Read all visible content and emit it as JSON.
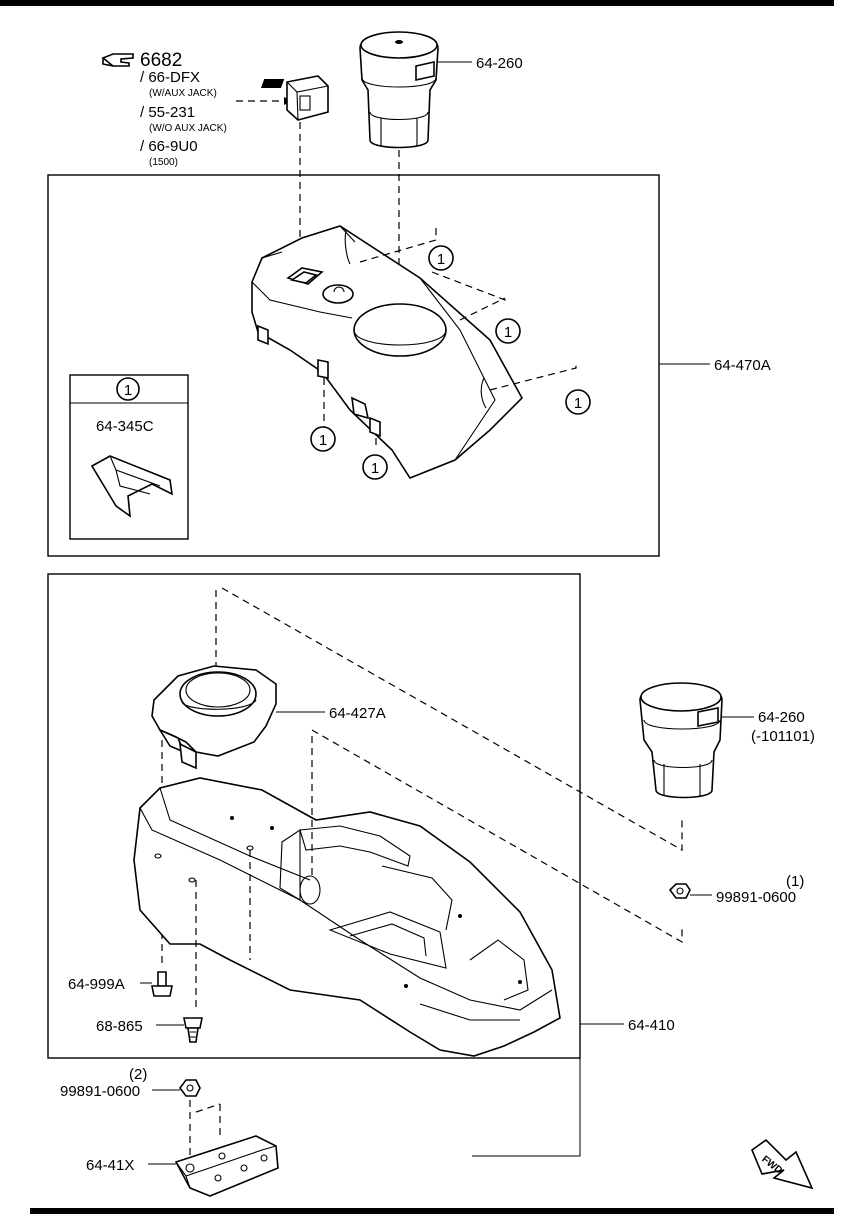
{
  "reference": {
    "icon": "pointing-hand-icon",
    "number": "6682",
    "entries": [
      {
        "code": "/ 66-DFX",
        "note": "(W/AUX JACK)"
      },
      {
        "code": "/ 55-231",
        "note": "(W/O AUX JACK)"
      },
      {
        "code": "/ 66-9U0",
        "note": "(1500)"
      }
    ]
  },
  "callouts": {
    "cup_top": "64-260",
    "console_upper": "64-470A",
    "clip": "64-345C",
    "clip_key": "1",
    "circle_marker": "1",
    "ring": "64-427A",
    "cup_lower": "64-260",
    "cup_lower_note": "(-101101)",
    "nut_right": "99891-0600",
    "nut_right_qty": "(1)",
    "bolt": "64-999A",
    "clip_fastener": "68-865",
    "console_lower": "64-410",
    "nut_bottom": "99891-0600",
    "nut_bottom_qty": "(2)",
    "bracket": "64-41X"
  },
  "fwd": "FWD"
}
